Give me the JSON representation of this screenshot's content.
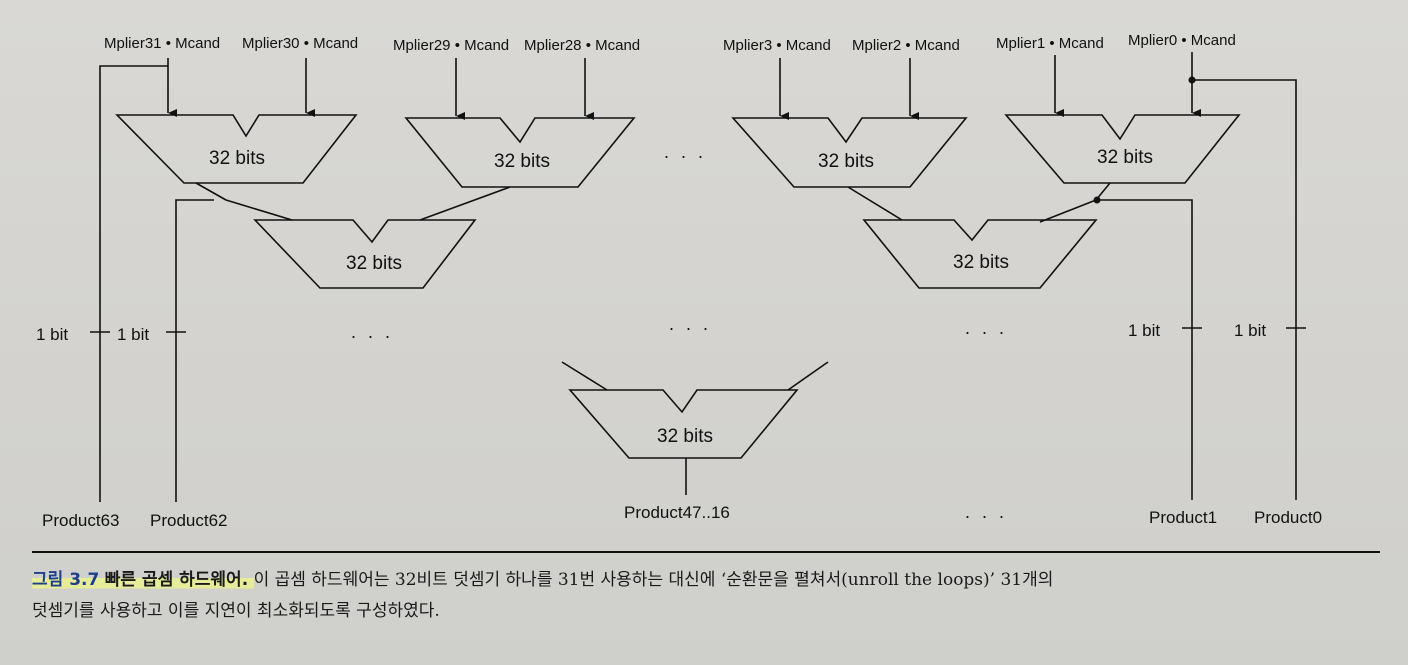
{
  "diagram": {
    "inputs": [
      "Mplier31 • Mcand",
      "Mplier30 • Mcand",
      "Mplier29 • Mcand",
      "Mplier28 • Mcand",
      "Mplier3 • Mcand",
      "Mplier2 • Mcand",
      "Mplier1 • Mcand",
      "Mplier0 • Mcand"
    ],
    "adder_label": "32 bits",
    "ellipsis": "· · ·",
    "side_label": "1 bit",
    "outputs": {
      "p63": "Product63",
      "p62": "Product62",
      "mid": "Product47..16",
      "p1": "Product1",
      "p0": "Product0"
    }
  },
  "caption": {
    "label": "그림 3.7",
    "title": "빠른 곱셈 하드웨어.",
    "text_line1": " 이 곱셈 하드웨어는 32비트 덧셈기 하나를 31번 사용하는 대신에 ‘순환문을 펼쳐서(unroll the loops)’ 31개의",
    "text_line2": "덧셈기를 사용하고 이를 지연이 최소화되도록 구성하였다."
  }
}
